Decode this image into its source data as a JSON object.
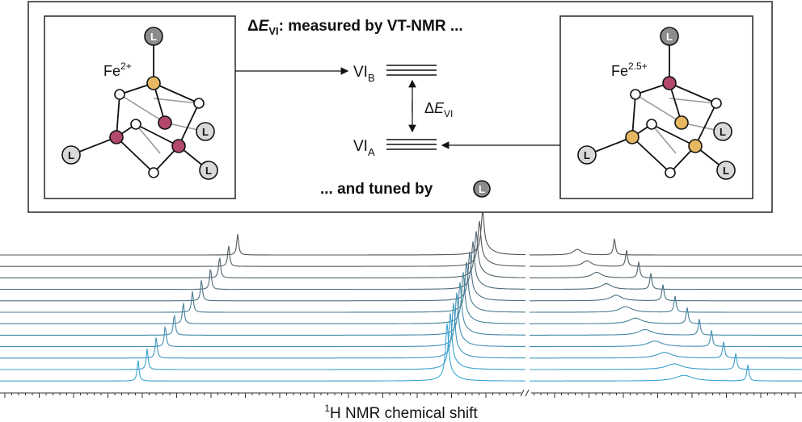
{
  "header": {
    "delta": "Δ",
    "e_symbol": "E",
    "e_subscript": "VI",
    "measured_text": ": measured by VT-NMR ...",
    "tuned_text": "... and tuned by"
  },
  "ligand_label": "L",
  "left_cluster": {
    "oxidation_base": "Fe",
    "oxidation_sup": "2+"
  },
  "right_cluster": {
    "oxidation_base": "Fe",
    "oxidation_sup": "2.5+"
  },
  "energy_levels": {
    "upper_base": "VI",
    "upper_sub": "B",
    "lower_base": "VI",
    "lower_sub": "A",
    "gap_delta": "Δ",
    "gap_e": "E",
    "gap_sub": "VI"
  },
  "spectra": {
    "axis_label_sup": "1",
    "axis_label_main": "H NMR chemical shift",
    "trace_count": 12,
    "colors": {
      "start": "#555555",
      "end": "#3aa6d6"
    }
  }
}
